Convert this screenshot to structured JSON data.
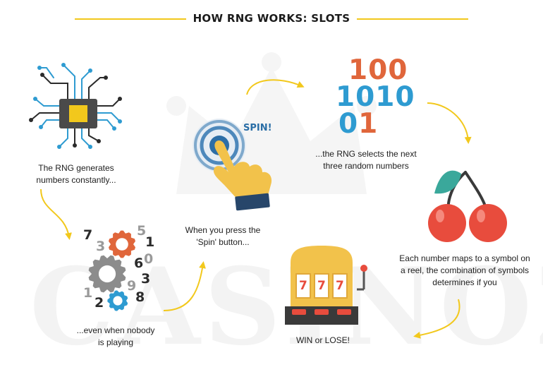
{
  "title": "HOW RNG WORKS: SLOTS",
  "watermark": "CASINOZ",
  "steps": {
    "generate": {
      "lines": [
        "The RNG generates",
        "numbers constantly..."
      ]
    },
    "spin": {
      "badge": "SPIN!",
      "lines": [
        "When you press the",
        "'Spin' button..."
      ]
    },
    "select": {
      "lines": [
        "...the RNG selects the next",
        "three random numbers"
      ]
    },
    "map": {
      "lines": [
        "Each number maps to a symbol on",
        "a reel, the combination of symbols",
        "determines if you"
      ]
    },
    "result": {
      "lines": [
        "WIN or LOSE!"
      ]
    },
    "idle": {
      "lines": [
        "...even when nobody",
        "is playing"
      ]
    }
  },
  "binary_digits": [
    {
      "text": "1",
      "color": "#e0663b"
    },
    {
      "text": "0",
      "color": "#e0663b"
    },
    {
      "text": "0",
      "color": "#e0663b"
    },
    {
      "text": "1",
      "color": "#2e9bd1"
    },
    {
      "text": "0",
      "color": "#2e9bd1"
    },
    {
      "text": "1",
      "color": "#2e9bd1"
    },
    {
      "text": "0",
      "color": "#2e9bd1"
    },
    {
      "text": "0",
      "color": "#2e9bd1"
    },
    {
      "text": "1",
      "color": "#e0663b"
    }
  ],
  "gear_digits": [
    {
      "text": "7",
      "color": "#2b2b2b"
    },
    {
      "text": "3",
      "color": "#9a9a9a"
    },
    {
      "text": "5",
      "color": "#9a9a9a"
    },
    {
      "text": "1",
      "color": "#2b2b2b"
    },
    {
      "text": "6",
      "color": "#2b2b2b"
    },
    {
      "text": "0",
      "color": "#9a9a9a"
    },
    {
      "text": "3",
      "color": "#2b2b2b"
    },
    {
      "text": "9",
      "color": "#9a9a9a"
    },
    {
      "text": "1",
      "color": "#9a9a9a"
    },
    {
      "text": "2",
      "color": "#2b2b2b"
    },
    {
      "text": "8",
      "color": "#2b2b2b"
    }
  ],
  "slot_reels": [
    "7",
    "7",
    "7"
  ],
  "colors": {
    "accent_yellow": "#f2c81c",
    "orange": "#e0663b",
    "blue": "#2e9bd1",
    "dark_blue": "#1d6fa8",
    "cherry_red": "#e84c3d",
    "leaf_teal": "#3aa89b",
    "watermark": "#f3f3f3"
  },
  "icons": [
    "chip-icon",
    "spin-button-icon",
    "hand-icon",
    "binary-icon",
    "cherry-icon",
    "slot-machine-icon",
    "gears-icon"
  ]
}
